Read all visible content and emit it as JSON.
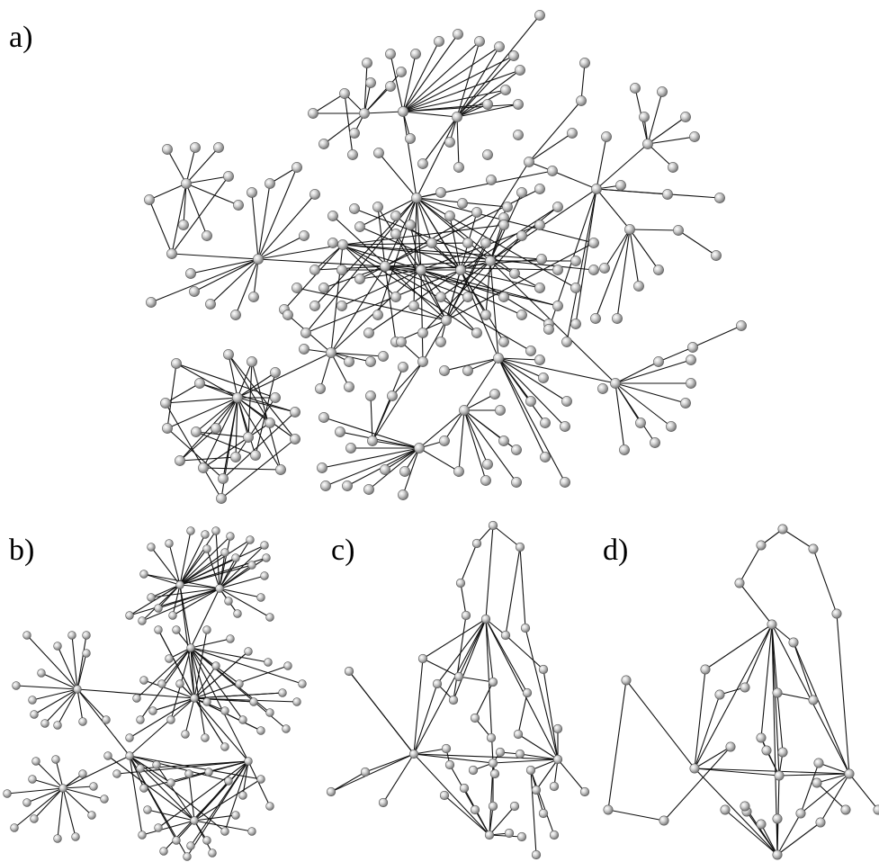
{
  "figure": {
    "panels": [
      {
        "id": "a",
        "label": "a)"
      },
      {
        "id": "b",
        "label": "b)"
      },
      {
        "id": "c",
        "label": "c)"
      },
      {
        "id": "d",
        "label": "d)"
      }
    ],
    "node_style": "gray-sphere",
    "node_color": "#c8c8c8",
    "edge_color": "#111111"
  }
}
